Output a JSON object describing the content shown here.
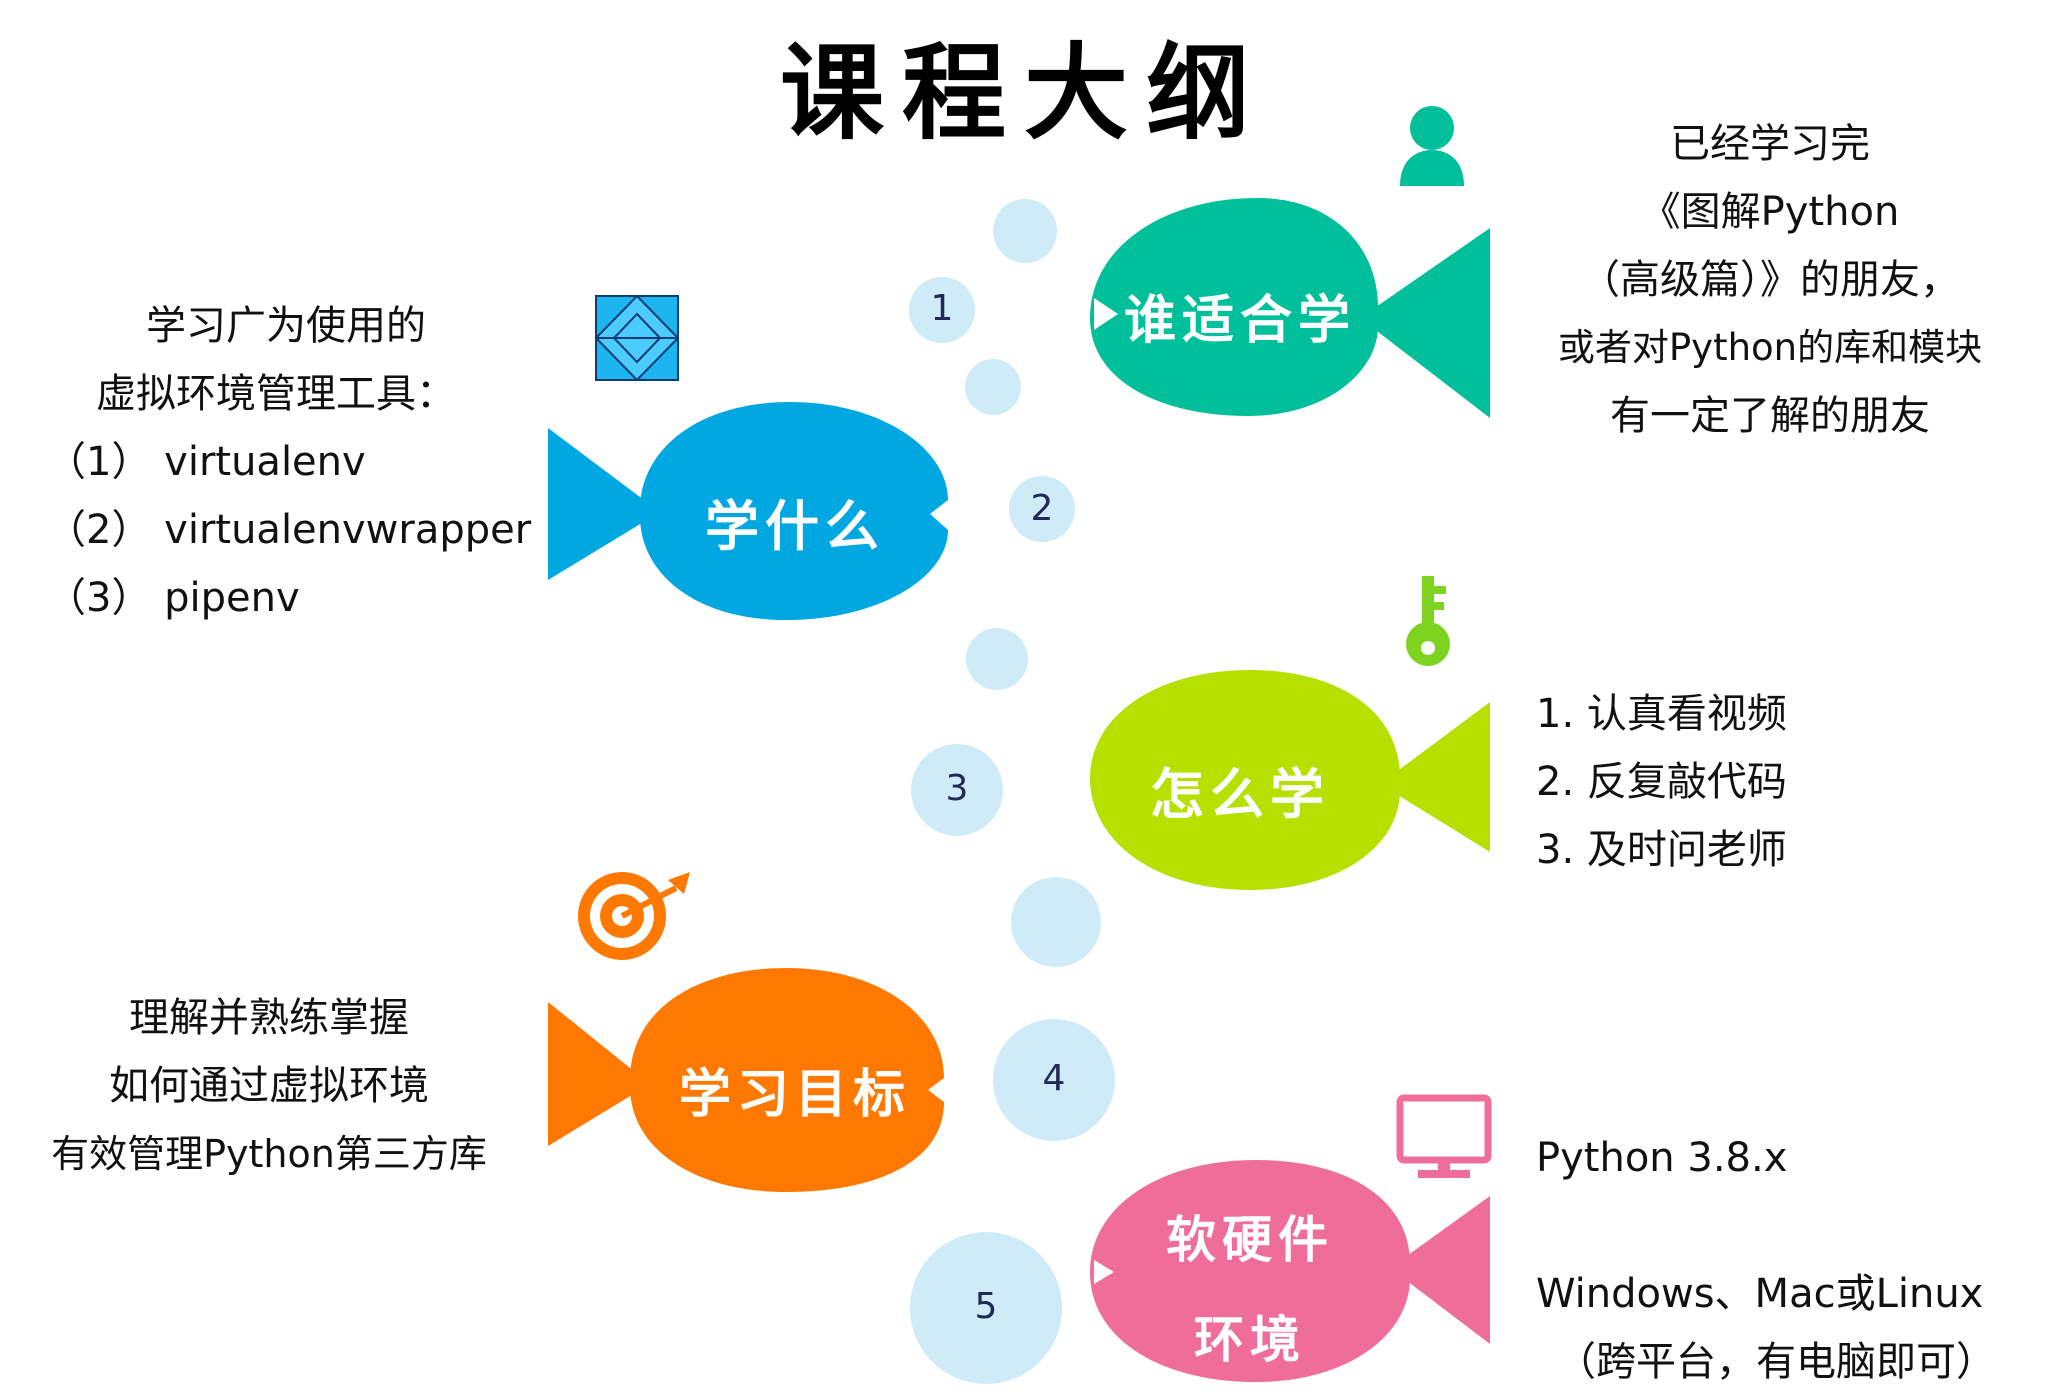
{
  "title": "课程大纲",
  "colors": {
    "teal": "#00BF9A",
    "blue": "#00A7E1",
    "green": "#B7E000",
    "orange": "#FF7800",
    "pink": "#EE6D99",
    "bubble": "#CFEBF8",
    "number": "#1F2A55"
  },
  "bubble_numbers": [
    "1",
    "2",
    "3",
    "4",
    "5"
  ],
  "fish": {
    "who": {
      "label": "谁适合学",
      "icon": "person-icon"
    },
    "what": {
      "label": "学什么",
      "icon": "diamond-square-icon"
    },
    "how": {
      "label": "怎么学",
      "icon": "key-icon"
    },
    "goal": {
      "label": "学习目标",
      "icon": "target-icon"
    },
    "env": {
      "label_line1": "软硬件",
      "label_line2": "环境",
      "icon": "monitor-icon"
    }
  },
  "notes": {
    "who": [
      "已经学习完",
      "《图解Python",
      "（高级篇）》的朋友，",
      "或者对Python的库和模块",
      "有一定了解的朋友"
    ],
    "what": [
      "学习广为使用的",
      "虚拟环境管理工具：",
      "（1） virtualenv",
      "（2） virtualenvwrapper",
      "（3） pipenv"
    ],
    "how": [
      "1. 认真看视频",
      "2. 反复敲代码",
      "3. 及时问老师"
    ],
    "goal": [
      "理解并熟练掌握",
      "如何通过虚拟环境",
      "有效管理Python第三方库"
    ],
    "env": [
      "Python 3.8.x",
      "Windows、Mac或Linux",
      "（跨平台，有电脑即可）"
    ]
  }
}
